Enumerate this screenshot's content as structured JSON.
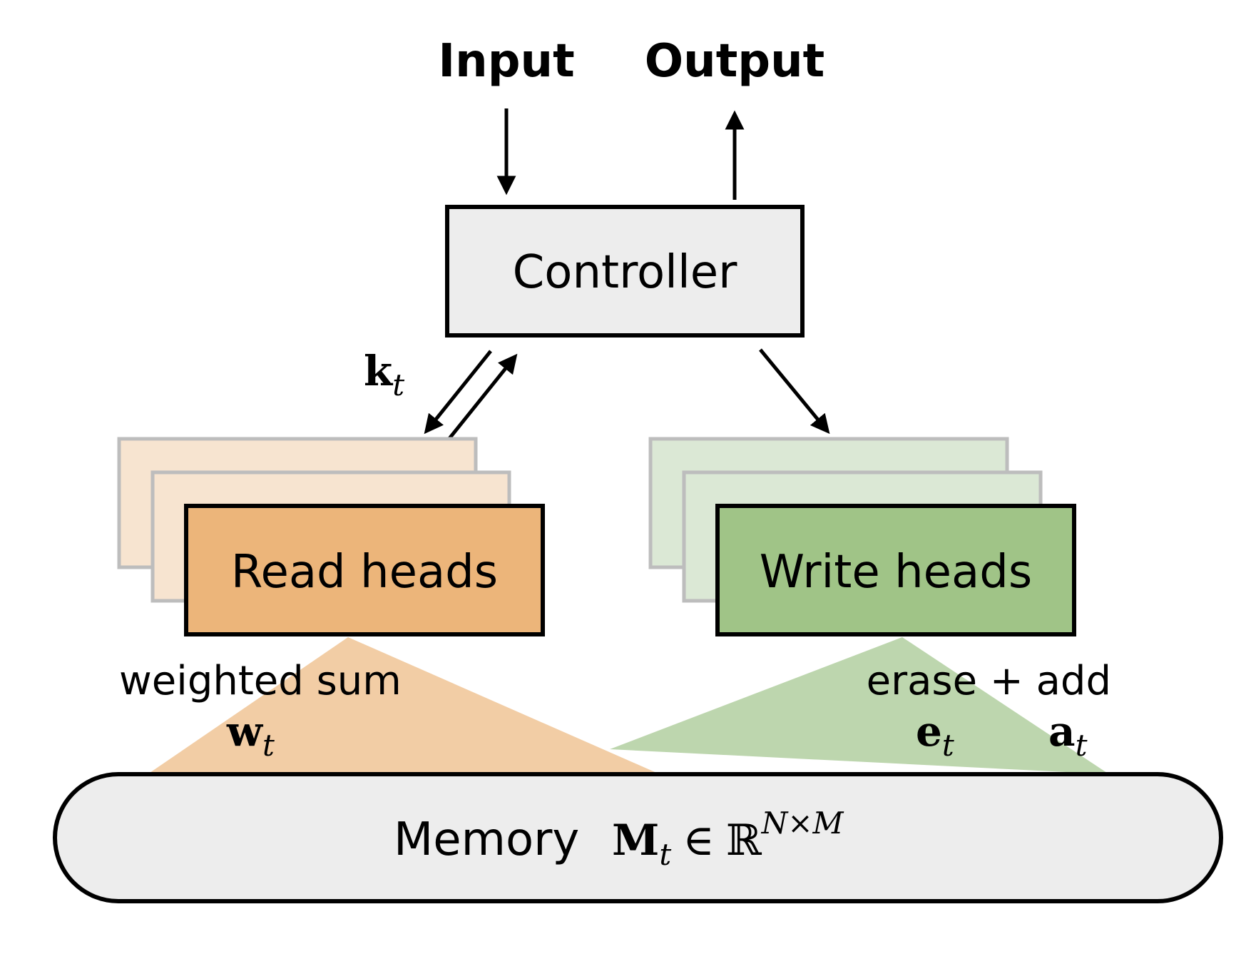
{
  "labels": {
    "input": "Input",
    "output": "Output",
    "controller": "Controller",
    "read_heads": "Read heads",
    "write_heads": "Write heads",
    "weighted_sum": "weighted sum",
    "erase_add": "erase + add",
    "memory": "Memory"
  },
  "math": {
    "key": {
      "base": "k",
      "sub": "t"
    },
    "read_weight": {
      "base": "w",
      "sub": "t"
    },
    "erase_vec": {
      "base": "e",
      "sub": "t"
    },
    "add_vec": {
      "base": "a",
      "sub": "t"
    },
    "memory": {
      "base": "M",
      "sub": "t",
      "in": "∈",
      "set": "ℝ",
      "sup": "N×M"
    }
  },
  "colors": {
    "read_head": "#ecb57a",
    "read_head_stack": "#f7e4d0",
    "read_fan": "#f2cda5",
    "write_head": "#a0c487",
    "write_head_stack": "#dbe8d5",
    "write_fan": "#bdd6ae",
    "controller": "#ededed",
    "memory": "#ededed"
  }
}
